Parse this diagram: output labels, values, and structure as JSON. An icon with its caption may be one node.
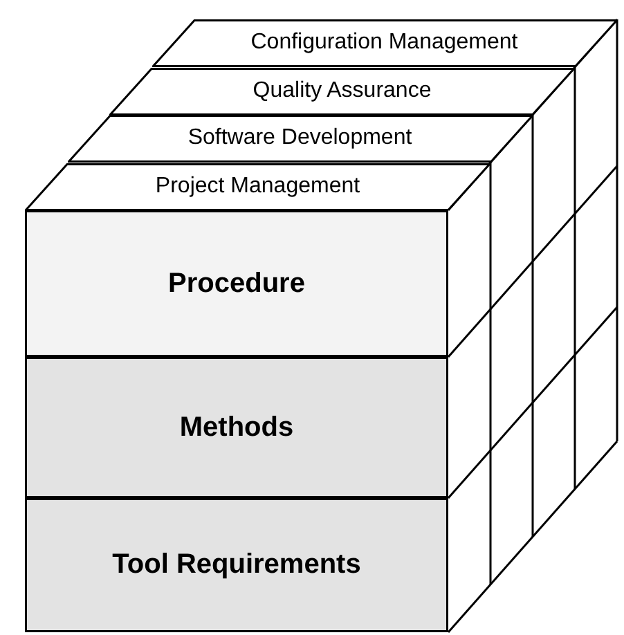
{
  "diagram": {
    "nodes": [
      {
        "text": [
          "Configuration Management"
        ]
      },
      {
        "text": [
          "Quality Assurance"
        ]
      },
      {
        "text": [
          "Software Development"
        ]
      },
      {
        "text": [
          "Project Management"
        ]
      },
      {
        "text": [
          "Procedure"
        ]
      },
      {
        "text": [
          "Methods"
        ]
      },
      {
        "text": [
          "Tool Requirements"
        ]
      }
    ],
    "edges": []
  }
}
